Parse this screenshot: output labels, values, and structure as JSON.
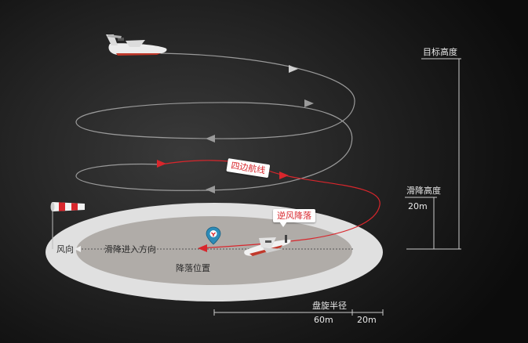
{
  "labels": {
    "target_altitude": "目标高度",
    "glide_altitude": "滑降高度",
    "glide_altitude_value": "20m",
    "pattern": "四边航线",
    "upwind_landing": "逆风降落",
    "wind_direction": "风向",
    "glide_entry_direction": "滑降进入方向",
    "landing_position": "降落位置",
    "orbit_radius": "盘旋半径",
    "radius_60": "60m",
    "radius_20": "20m"
  },
  "colors": {
    "flight_path": "#d8262c",
    "orbit_path": "#9a9a9a",
    "outer_field": "#e0e0e0",
    "inner_field": "#b0aca8",
    "pin": "#2d8bb8"
  },
  "icons": {
    "aircraft_top": "aircraft-icon",
    "aircraft_landing": "aircraft-icon",
    "windsock": "windsock-icon",
    "landing_pin": "location-pin-icon"
  }
}
